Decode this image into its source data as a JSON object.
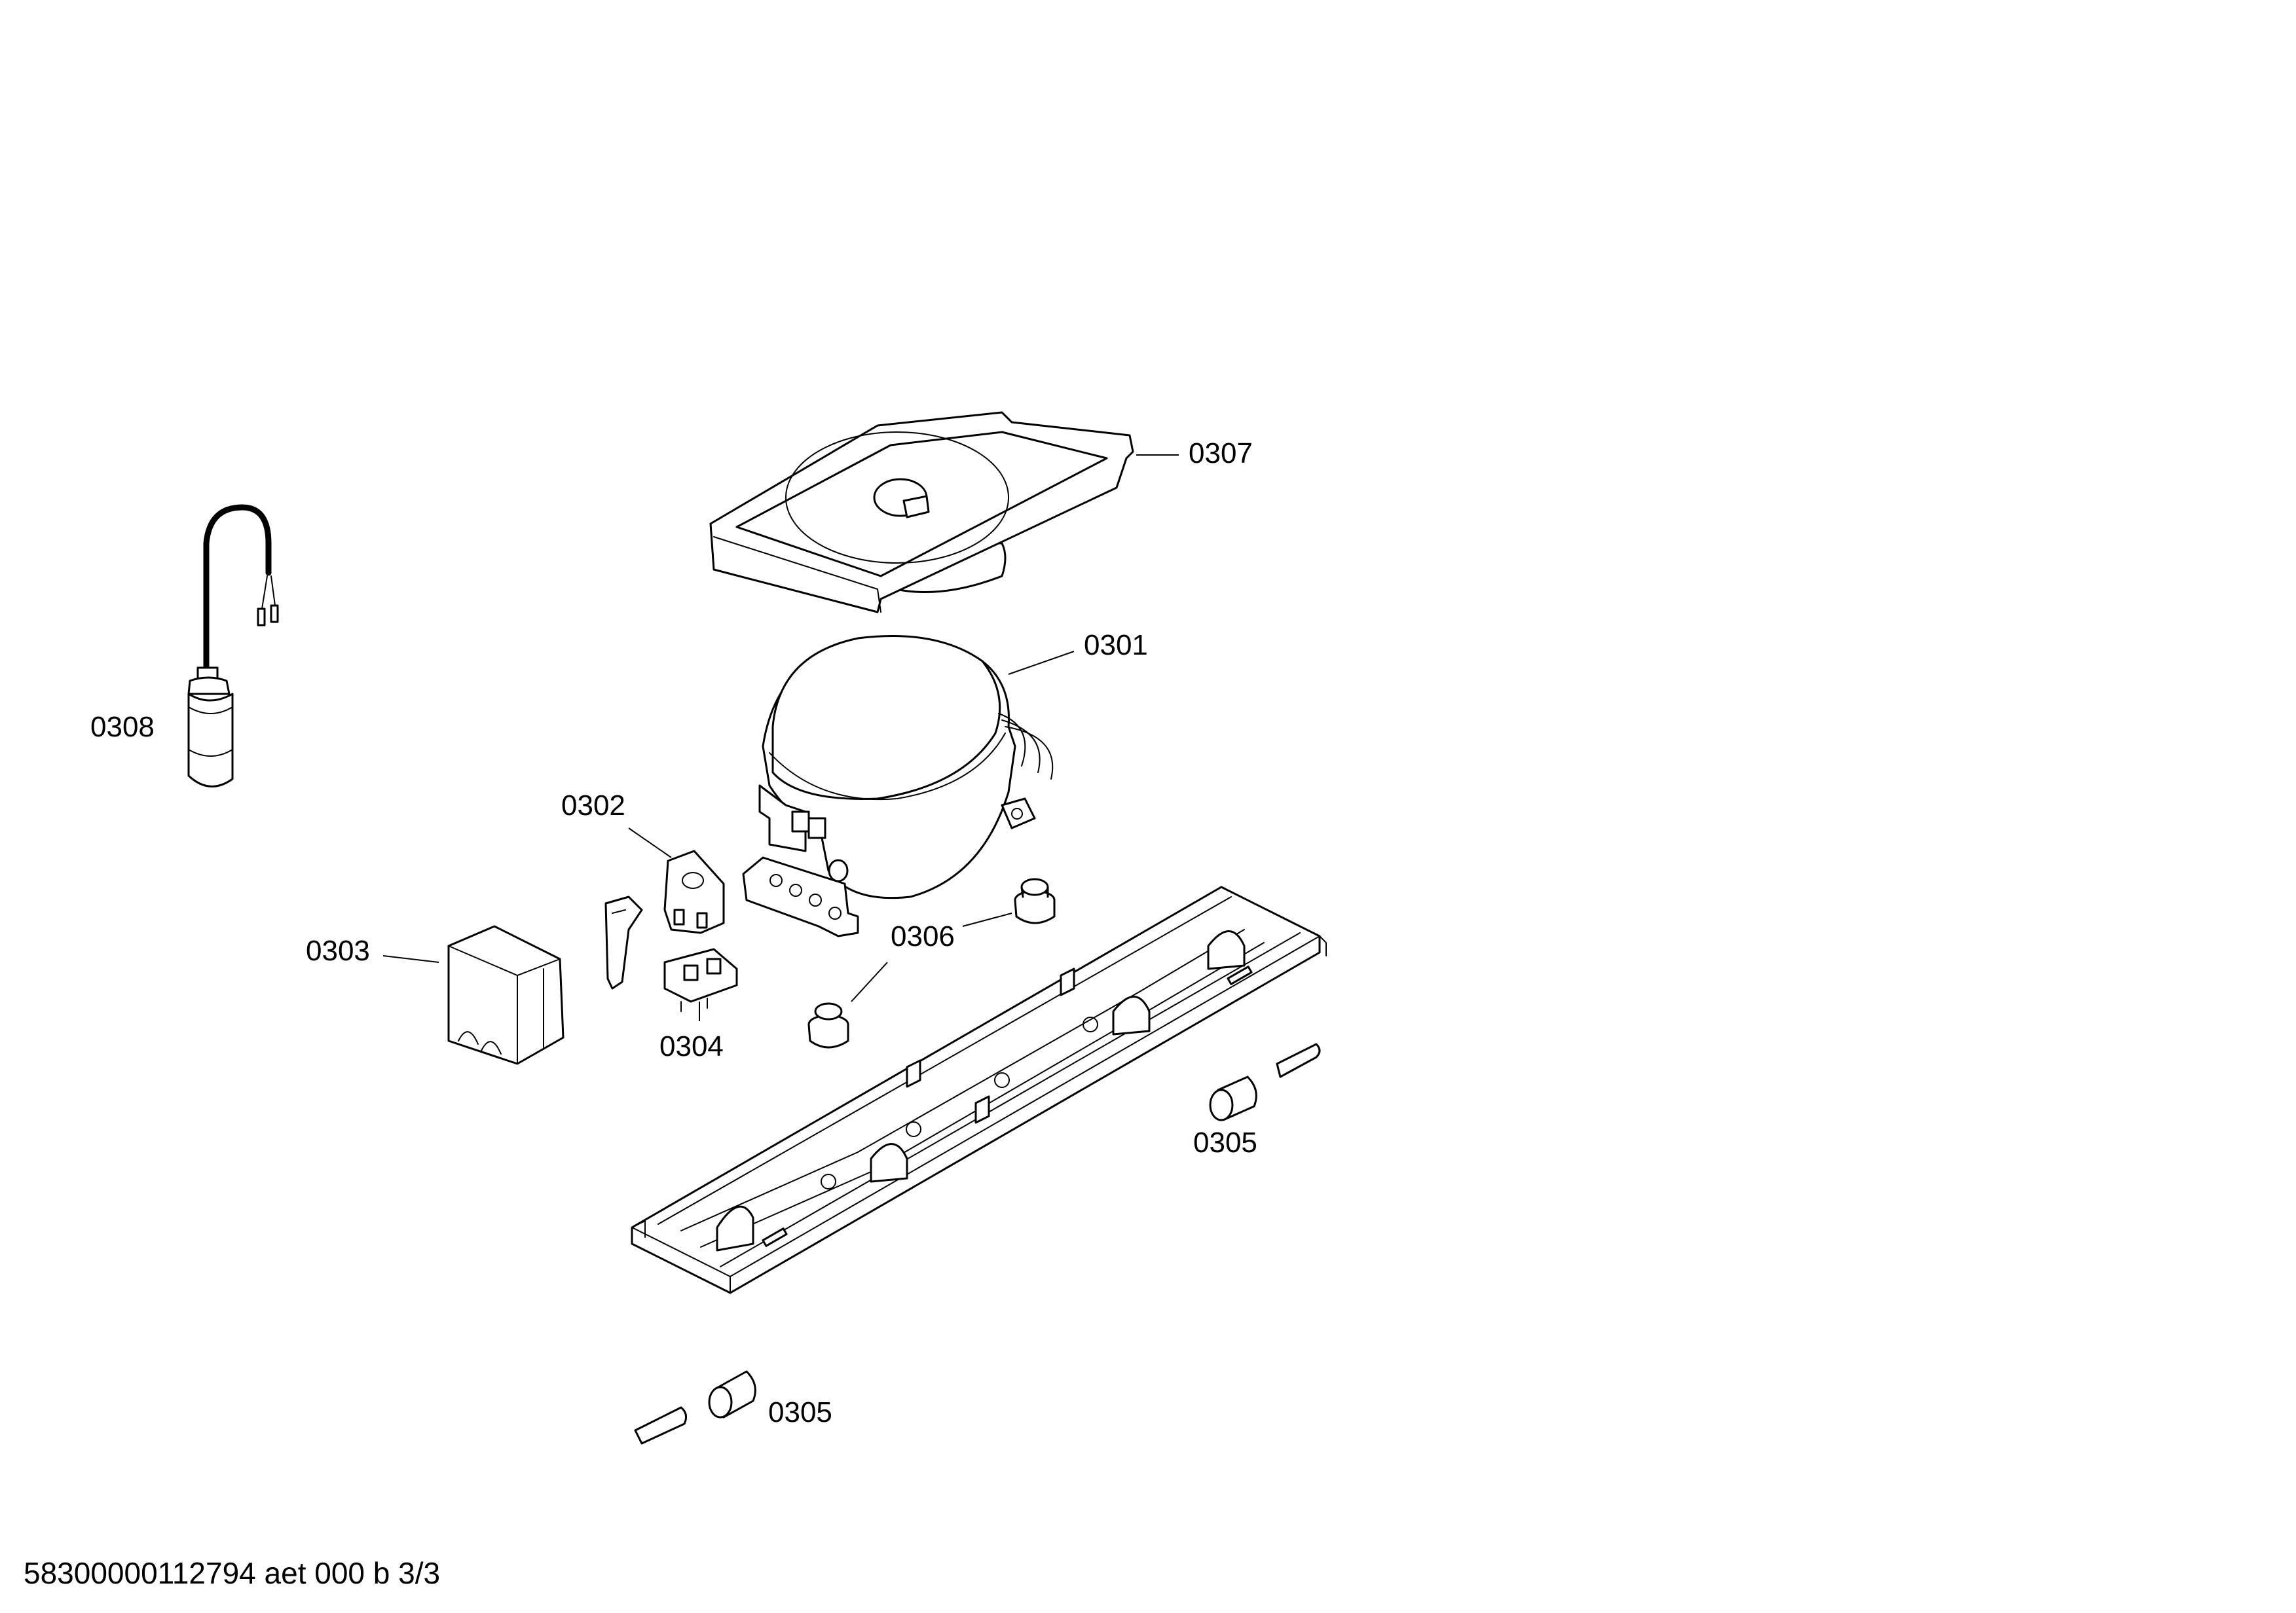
{
  "diagram": {
    "parts": [
      {
        "id": "0301",
        "name": "compressor"
      },
      {
        "id": "0302",
        "name": "protector"
      },
      {
        "id": "0303",
        "name": "cover"
      },
      {
        "id": "0304",
        "name": "relay"
      },
      {
        "id": "0305",
        "name": "bushing-and-pin"
      },
      {
        "id": "0306",
        "name": "rubber-grommet"
      },
      {
        "id": "0307",
        "name": "evaporation-tray"
      },
      {
        "id": "0308",
        "name": "capacitor"
      }
    ]
  },
  "footer": {
    "document_code": "58300000112794 aet 000 b 3/3"
  }
}
